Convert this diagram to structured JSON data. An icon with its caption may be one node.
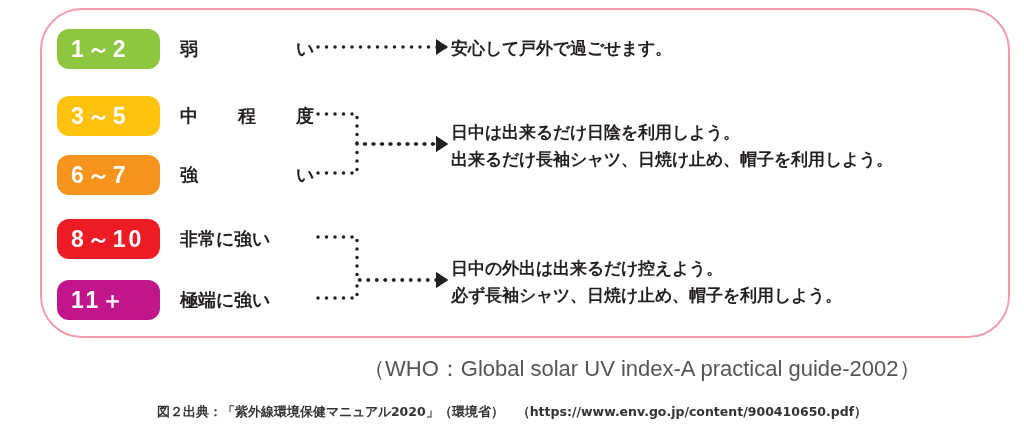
{
  "diagram": {
    "caption": "図２出典：「紫外線環境保健マニュアル2020」（環境省）　（https://www.env.go.jp/content/900410650.pdf）",
    "nodes": [
      {
        "text": [],
        "shape": "box"
      },
      {
        "text": [
          "1～2"
        ],
        "in": 0
      },
      {
        "text": [
          "3～5"
        ],
        "in": 0
      },
      {
        "text": [
          "6～7"
        ],
        "in": 0
      },
      {
        "text": [
          "8～10"
        ],
        "in": 0
      },
      {
        "text": [
          "11＋"
        ],
        "in": 0
      },
      {
        "text": [
          "弱い"
        ],
        "in": 0
      },
      {
        "text": [
          "中程度"
        ],
        "in": 0
      },
      {
        "text": [
          "強い"
        ],
        "in": 0
      },
      {
        "text": [
          "非常に強い"
        ],
        "in": 0
      },
      {
        "text": [
          "極端に強い"
        ],
        "in": 0
      },
      {
        "text": [
          "安心して戸外で過ごせます。"
        ],
        "in": 0
      },
      {
        "text": [
          "日中は出来るだけ日陰を利用しよう。",
          "出来るだけ長袖シャツ、日焼け止め、帽子を利用しよう。"
        ],
        "in": 0
      },
      {
        "text": [
          "日中の外出は出来るだけ控えよう。",
          "必ず長袖シャツ、日焼け止め、帽子を利用しよう。"
        ],
        "in": 0
      }
    ],
    "edges": [
      {
        "from": 6,
        "to": 11,
        "arrow": "to"
      },
      {
        "from": 7,
        "to": 12,
        "arrow": "to"
      },
      {
        "from": 8,
        "to": 12,
        "arrow": "to"
      },
      {
        "from": 9,
        "to": 13,
        "arrow": "to"
      },
      {
        "from": 10,
        "to": 13,
        "arrow": "to"
      }
    ],
    "labels": [
      "（WHO：Global solar UV index-A practical guide-2002）"
    ]
  }
}
